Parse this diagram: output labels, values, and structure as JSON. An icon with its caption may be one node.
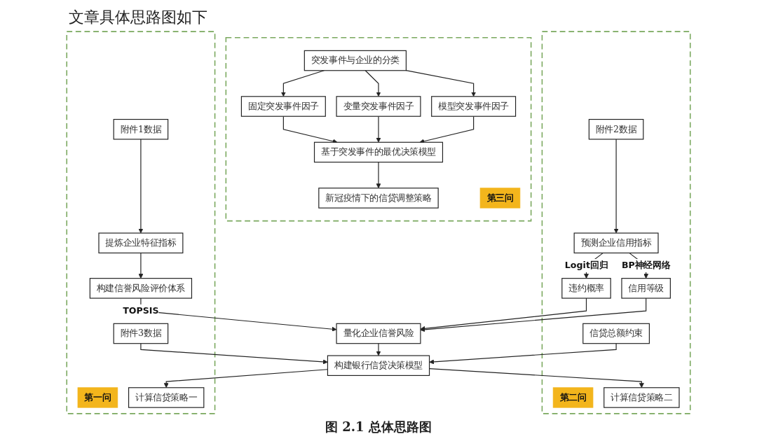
{
  "diagram": {
    "title": "文章具体思路图如下",
    "caption": "图 2.1 总体思路图",
    "nodes": [
      {
        "text": [],
        "shape": "box"
      },
      {
        "text": [
          "附件1数据"
        ],
        "in": 0
      },
      {
        "text": [
          "提炼企业特征指标"
        ],
        "in": 0
      },
      {
        "text": [
          "构建信誉风险评价体系"
        ],
        "in": 0
      },
      {
        "text": [
          "第一问"
        ],
        "in": 0
      },
      {
        "text": [
          "附件3数据"
        ],
        "in": 0
      },
      {
        "text": [
          "计算信贷策略一"
        ],
        "in": 0
      },
      {
        "text": [],
        "shape": "box"
      },
      {
        "text": [
          "附件2数据"
        ],
        "in": 7
      },
      {
        "text": [
          "第二问"
        ],
        "in": 7
      },
      {
        "text": [
          "预测企业信用指标"
        ],
        "in": 7
      },
      {
        "text": [
          "违约概率"
        ],
        "in": 7
      },
      {
        "text": [
          "信用等级"
        ],
        "in": 7
      },
      {
        "text": [
          "信贷总额约束"
        ],
        "in": 7
      },
      {
        "text": [
          "计算信贷策略二"
        ],
        "in": 7
      },
      {
        "text": [
          "量化企业信誉风险"
        ]
      },
      {
        "text": [
          "构建银行信贷决策模型"
        ]
      },
      {
        "text": [],
        "shape": "box"
      },
      {
        "text": [
          "突发事件与企业的分类"
        ],
        "in": 17
      },
      {
        "text": [
          "固定突发事件因子"
        ],
        "in": 17
      },
      {
        "text": [
          "变量突发事件因子"
        ],
        "in": 17
      },
      {
        "text": [
          "模型突发事件因子"
        ],
        "in": 17
      },
      {
        "text": [
          "第三问"
        ],
        "in": 17
      },
      {
        "text": [
          "基于突发事件的最优决策模型"
        ],
        "in": 17
      },
      {
        "text": [
          "新冠疫情下的信贷调整策略"
        ],
        "in": 17
      }
    ],
    "edges": [
      {
        "from": 1,
        "to": 2,
        "arrow": "to"
      },
      {
        "from": 2,
        "to": 3,
        "arrow": "to"
      },
      {
        "from": 8,
        "to": 10,
        "arrow": "to"
      },
      {
        "from": 10,
        "to": 11,
        "arrow": "to",
        "label": "Logit回归"
      },
      {
        "from": 10,
        "to": 12,
        "arrow": "to",
        "label": "BP神经网络"
      },
      {
        "from": 3,
        "to": 15,
        "arrow": "to",
        "label": "TOPSIS"
      },
      {
        "from": 11,
        "to": 15,
        "arrow": "to"
      },
      {
        "from": 12,
        "to": 15,
        "arrow": "to"
      },
      {
        "from": 15,
        "to": 16,
        "arrow": "to"
      },
      {
        "from": 5,
        "to": 16,
        "arrow": "to"
      },
      {
        "from": 13,
        "to": 16,
        "arrow": "to"
      },
      {
        "from": 16,
        "to": 6,
        "arrow": "to"
      },
      {
        "from": 16,
        "to": 14,
        "arrow": "to"
      },
      {
        "from": 18,
        "to": 19,
        "arrow": "to"
      },
      {
        "from": 18,
        "to": 20,
        "arrow": "to"
      },
      {
        "from": 18,
        "to": 21,
        "arrow": "to"
      },
      {
        "from": 19,
        "to": 23,
        "arrow": "to"
      },
      {
        "from": 20,
        "to": 23,
        "arrow": "to"
      },
      {
        "from": 21,
        "to": 23,
        "arrow": "to"
      },
      {
        "from": 23,
        "to": 24,
        "arrow": "to"
      }
    ]
  }
}
